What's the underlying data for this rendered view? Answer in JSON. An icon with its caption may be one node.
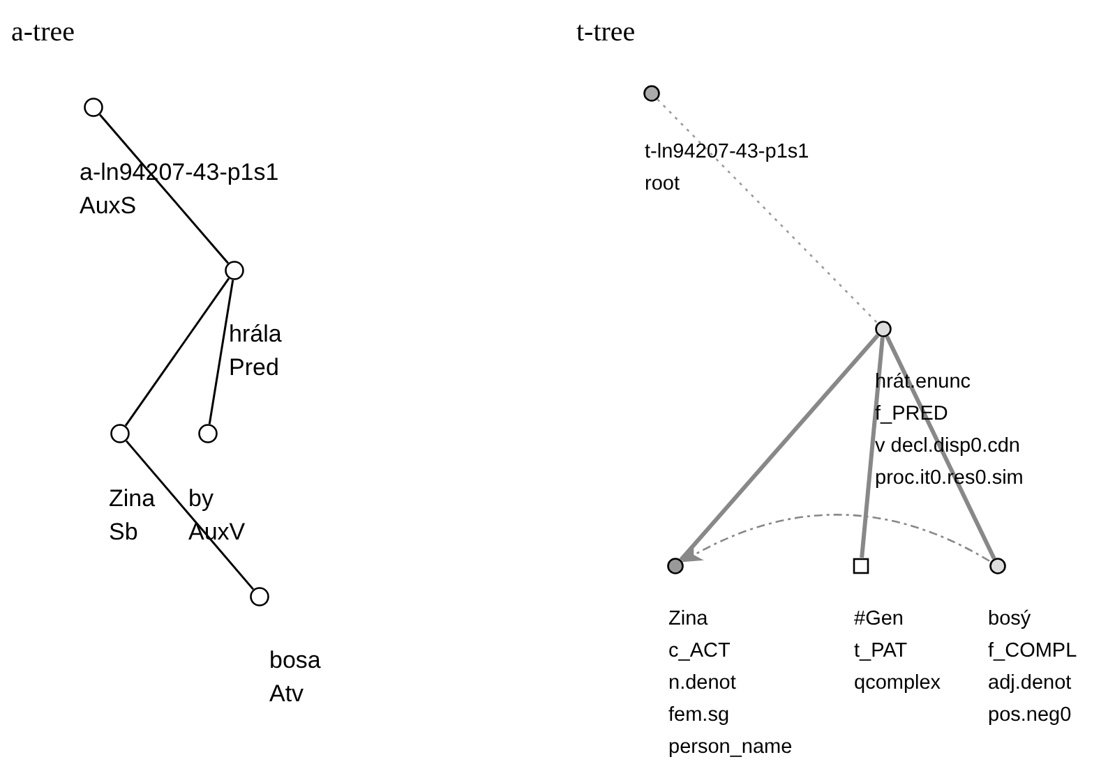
{
  "diagram": {
    "nodes": [
      {
        "text": [],
        "shape": "circle",
        "beside": [
          "a-ln94207-43-p1s1",
          "AuxS"
        ]
      },
      {
        "text": [],
        "shape": "circle",
        "beside": [
          "hrála",
          "Pred"
        ]
      },
      {
        "text": [],
        "shape": "circle",
        "beside": [
          "Zina",
          "Sb"
        ]
      },
      {
        "text": [],
        "shape": "circle",
        "beside": [
          "by",
          "AuxV"
        ]
      },
      {
        "text": [],
        "shape": "circle",
        "beside": [
          "bosa",
          "Atv"
        ]
      },
      {
        "text": [],
        "shape": "circle",
        "beside": [
          "t-ln94207-43-p1s1",
          "root"
        ]
      },
      {
        "text": [],
        "shape": "circle",
        "beside": [
          "hrát.enunc",
          "f_PRED",
          "v decl.disp0.cdn",
          "proc.it0.res0.sim"
        ]
      },
      {
        "text": [],
        "shape": "circle",
        "beside": [
          "Zina",
          "c_ACT",
          "n.denot",
          "fem.sg",
          "person_name"
        ]
      },
      {
        "text": [],
        "shape": "box",
        "beside": [
          "#Gen",
          "t_PAT",
          "qcomplex"
        ]
      },
      {
        "text": [],
        "shape": "circle",
        "beside": [
          "bosý",
          "f_COMPL",
          "adj.denot",
          "pos.neg0"
        ]
      }
    ],
    "edges": [
      {
        "from": 0,
        "to": 1,
        "arrow": "none"
      },
      {
        "from": 1,
        "to": 2,
        "arrow": "none"
      },
      {
        "from": 1,
        "to": 3,
        "arrow": "none"
      },
      {
        "from": 2,
        "to": 4,
        "arrow": "none"
      },
      {
        "from": 5,
        "to": 6,
        "arrow": "none",
        "style": "dashed",
        "color": "#999999"
      },
      {
        "from": 6,
        "to": 7,
        "arrow": "none",
        "style": "thick",
        "color": "#888888"
      },
      {
        "from": 6,
        "to": 8,
        "arrow": "none",
        "style": "thick",
        "color": "#888888"
      },
      {
        "from": 6,
        "to": 9,
        "arrow": "none",
        "style": "thick",
        "color": "#888888"
      },
      {
        "from": 9,
        "to": 7,
        "arrow": "to",
        "style": "dashed",
        "color": "#888888"
      }
    ],
    "labels": [
      "a-tree",
      "t-tree"
    ]
  }
}
